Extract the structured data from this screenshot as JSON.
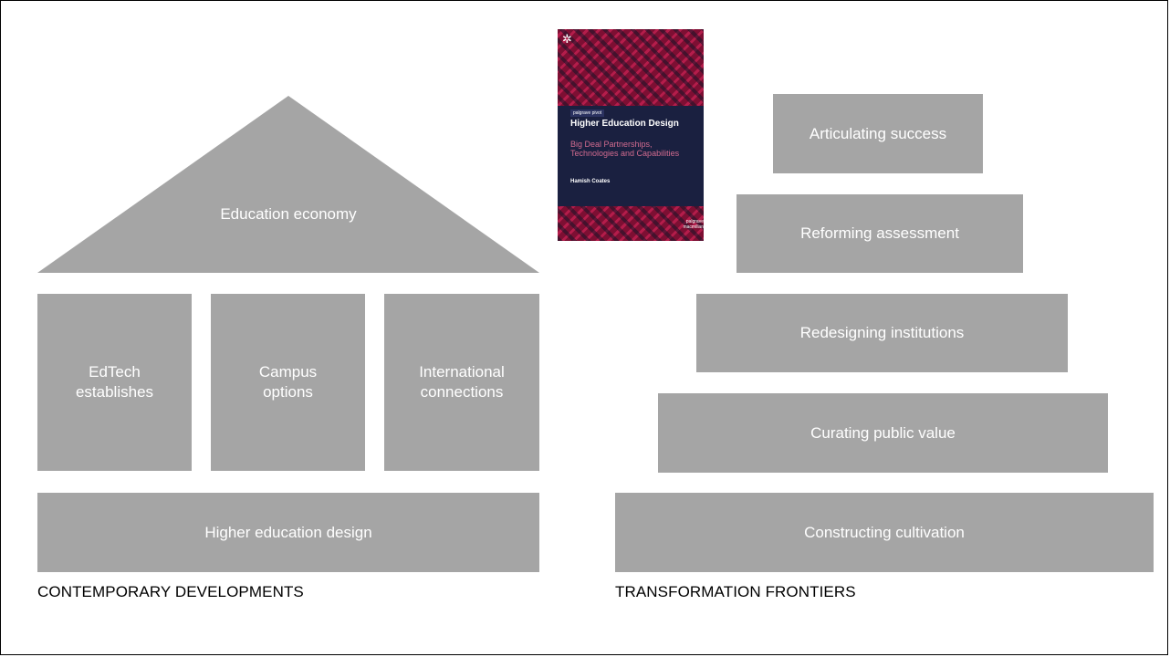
{
  "left": {
    "roof_label": "Education economy",
    "pillars": [
      {
        "label": "EdTech\nestablishes"
      },
      {
        "label": "Campus\noptions"
      },
      {
        "label": "International\nconnections"
      }
    ],
    "base_label": "Higher education design",
    "caption": "CONTEMPORARY DEVELOPMENTS"
  },
  "book": {
    "imprint": "palgrave pivot",
    "title": "Higher Education Design",
    "subtitle": "Big Deal Partnerships, Technologies and Capabilities",
    "author": "Hamish Coates",
    "publisher": "palgrave macmillan"
  },
  "right": {
    "steps": [
      {
        "label": "Articulating success"
      },
      {
        "label": "Reforming assessment"
      },
      {
        "label": "Redesigning institutions"
      },
      {
        "label": "Curating public value"
      },
      {
        "label": "Constructing cultivation"
      }
    ],
    "caption": "TRANSFORMATION FRONTIERS"
  },
  "colors": {
    "block_fill": "#a5a5a5",
    "block_text": "#ffffff",
    "caption_text": "#000000",
    "book_band": "#1a2040",
    "book_pattern": "#7d0f33"
  }
}
